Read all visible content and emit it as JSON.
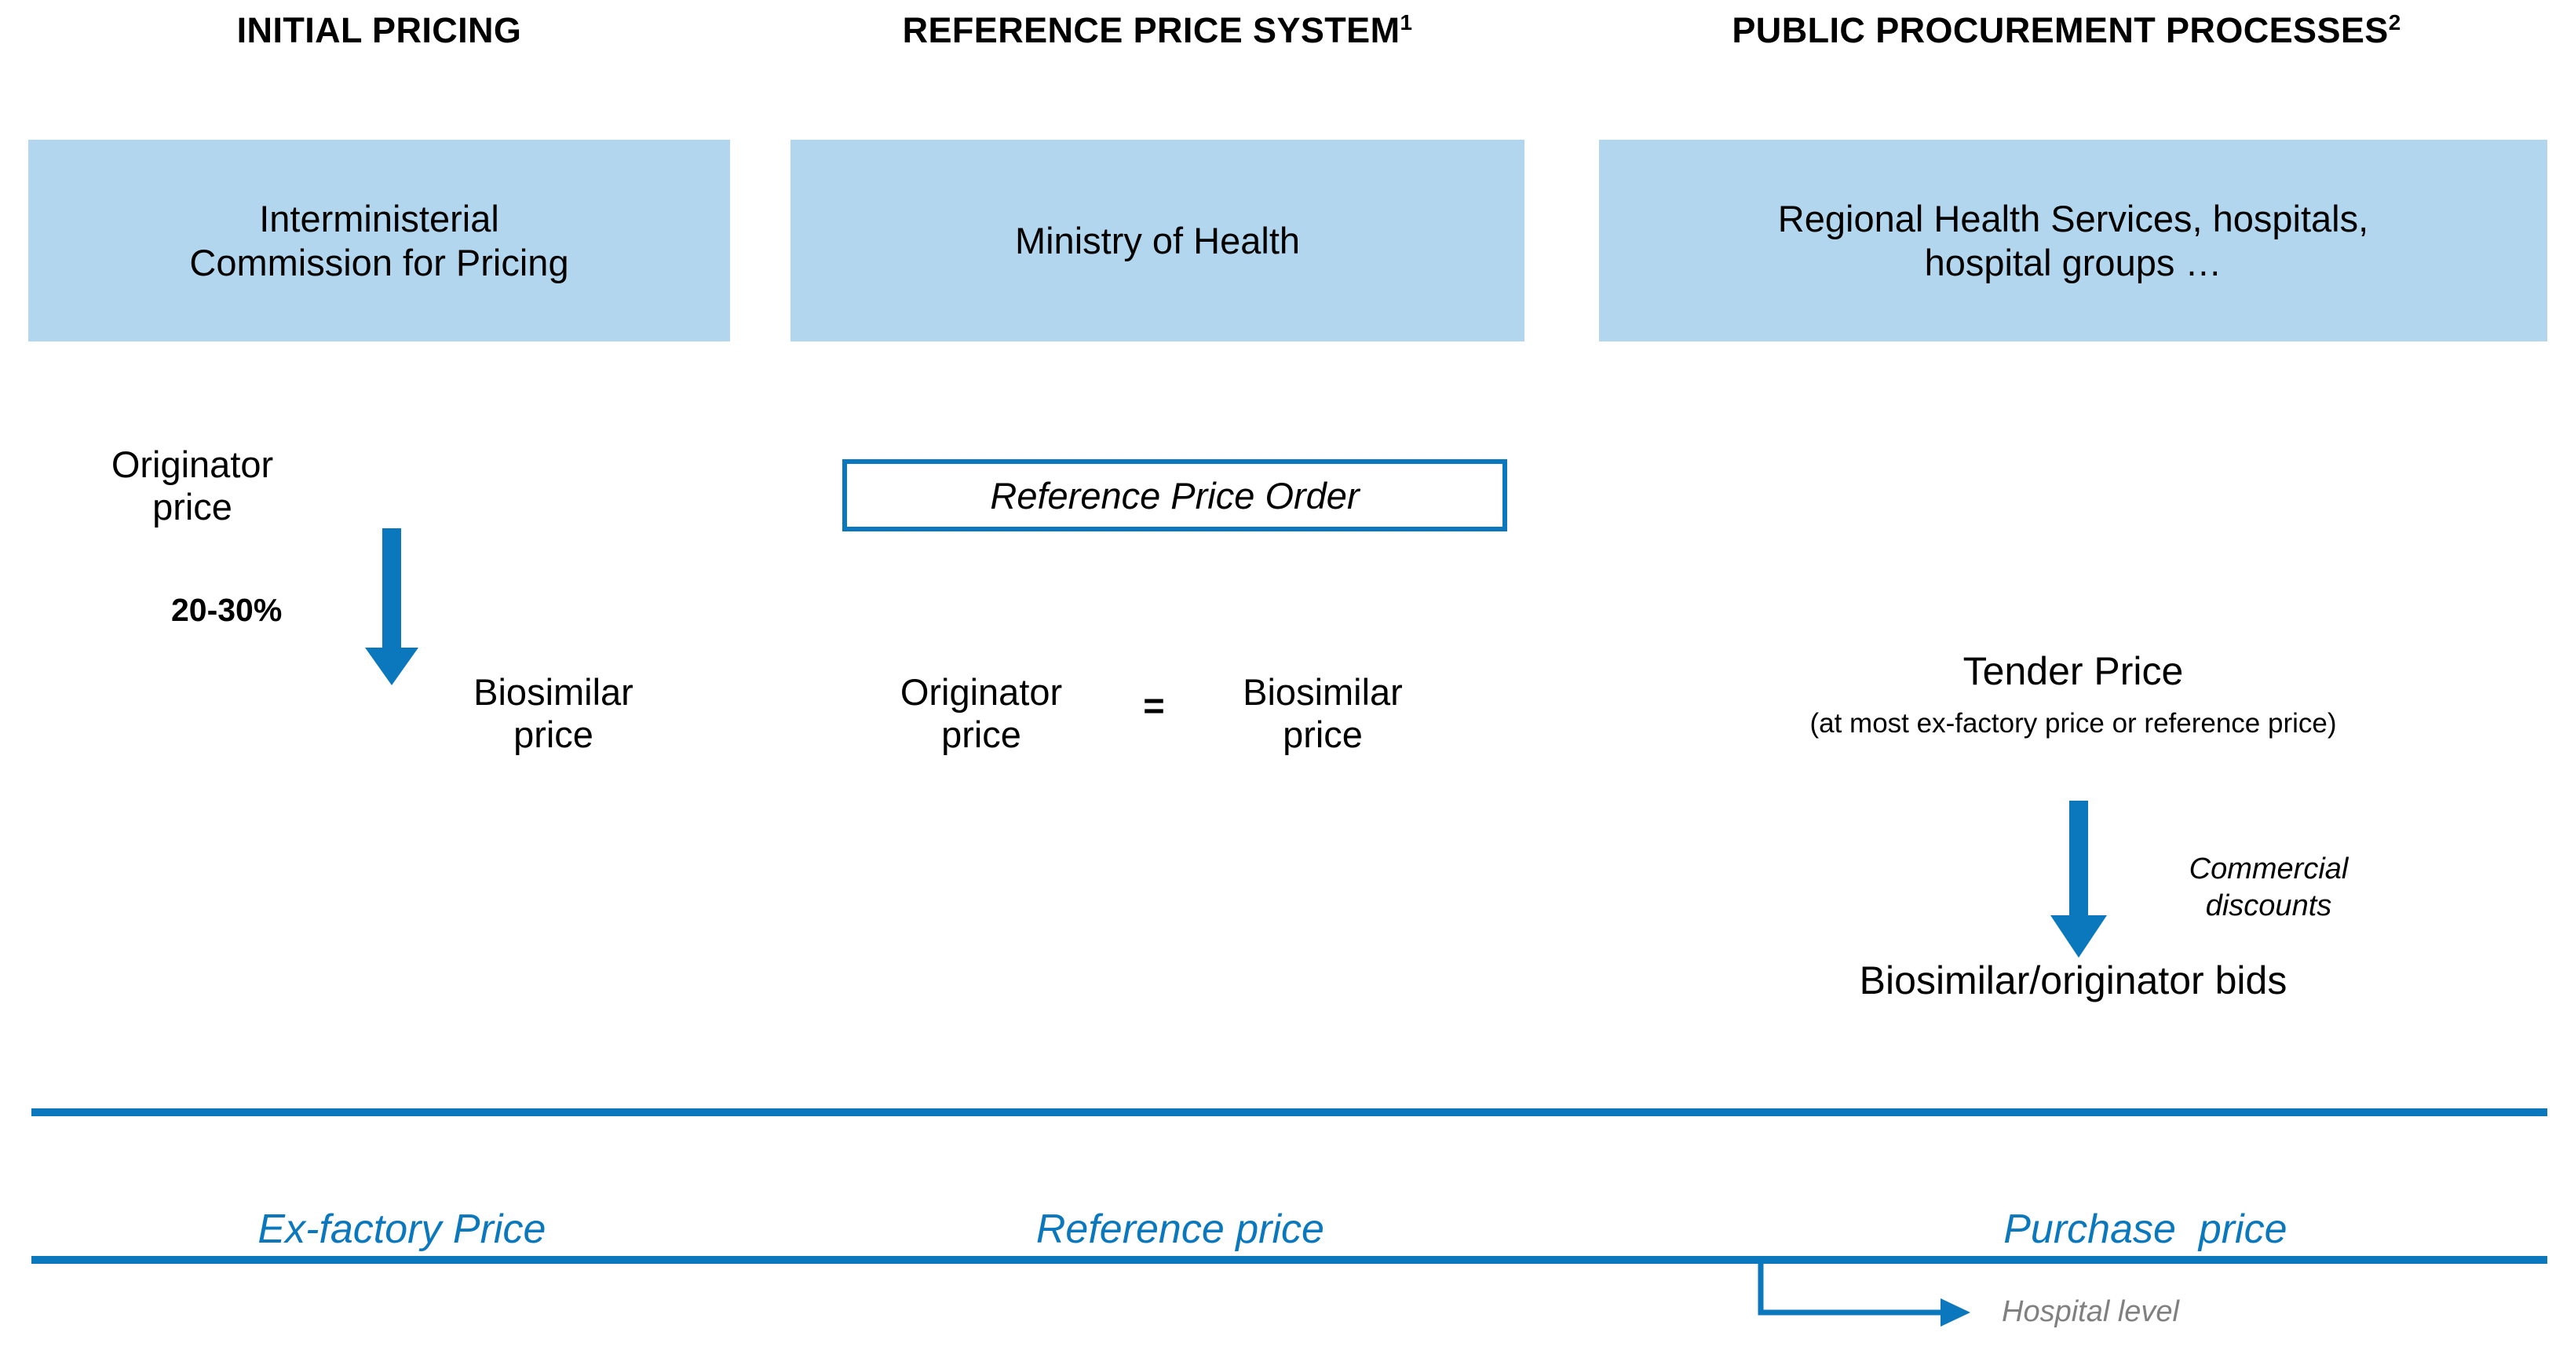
{
  "columns": [
    {
      "header": "INITIAL PRICING",
      "header_superscript": "",
      "actor": "Interministerial\nCommission for Pricing",
      "band_label": "Ex-factory Price"
    },
    {
      "header": "REFERENCE PRICE SYSTEM",
      "header_superscript": "1",
      "actor": "Ministry of Health",
      "band_label": "Reference price"
    },
    {
      "header": "PUBLIC PROCUREMENT PROCESSES",
      "header_superscript": "2",
      "actor": "Regional Health Services, hospitals,\nhospital groups …",
      "band_label": "Purchase  price"
    }
  ],
  "initial_pricing": {
    "originator_price": "Originator\nprice",
    "discount_pct": "20-30%",
    "biosimilar_price": "Biosimilar\nprice",
    "arrow": "down-arrow-icon"
  },
  "reference_price_system": {
    "order_box": "Reference Price Order",
    "originator_price": "Originator\nprice",
    "equals": "=",
    "biosimilar_price": "Biosimilar\nprice"
  },
  "public_procurement": {
    "tender_price_title": "Tender Price",
    "tender_price_note": "(at most ex-factory price or reference price)",
    "arrow": "down-arrow-icon",
    "commercial_discounts": "Commercial\ndiscounts",
    "bids": "Biosimilar/originator bids"
  },
  "footer": {
    "hospital_level": "Hospital level",
    "connector": "elbow-arrow-icon"
  },
  "colors": {
    "accent_blue": "#0B78BE",
    "box_fill": "#B3D6EF",
    "text_black": "#000000",
    "hospital_gray": "#808080"
  }
}
